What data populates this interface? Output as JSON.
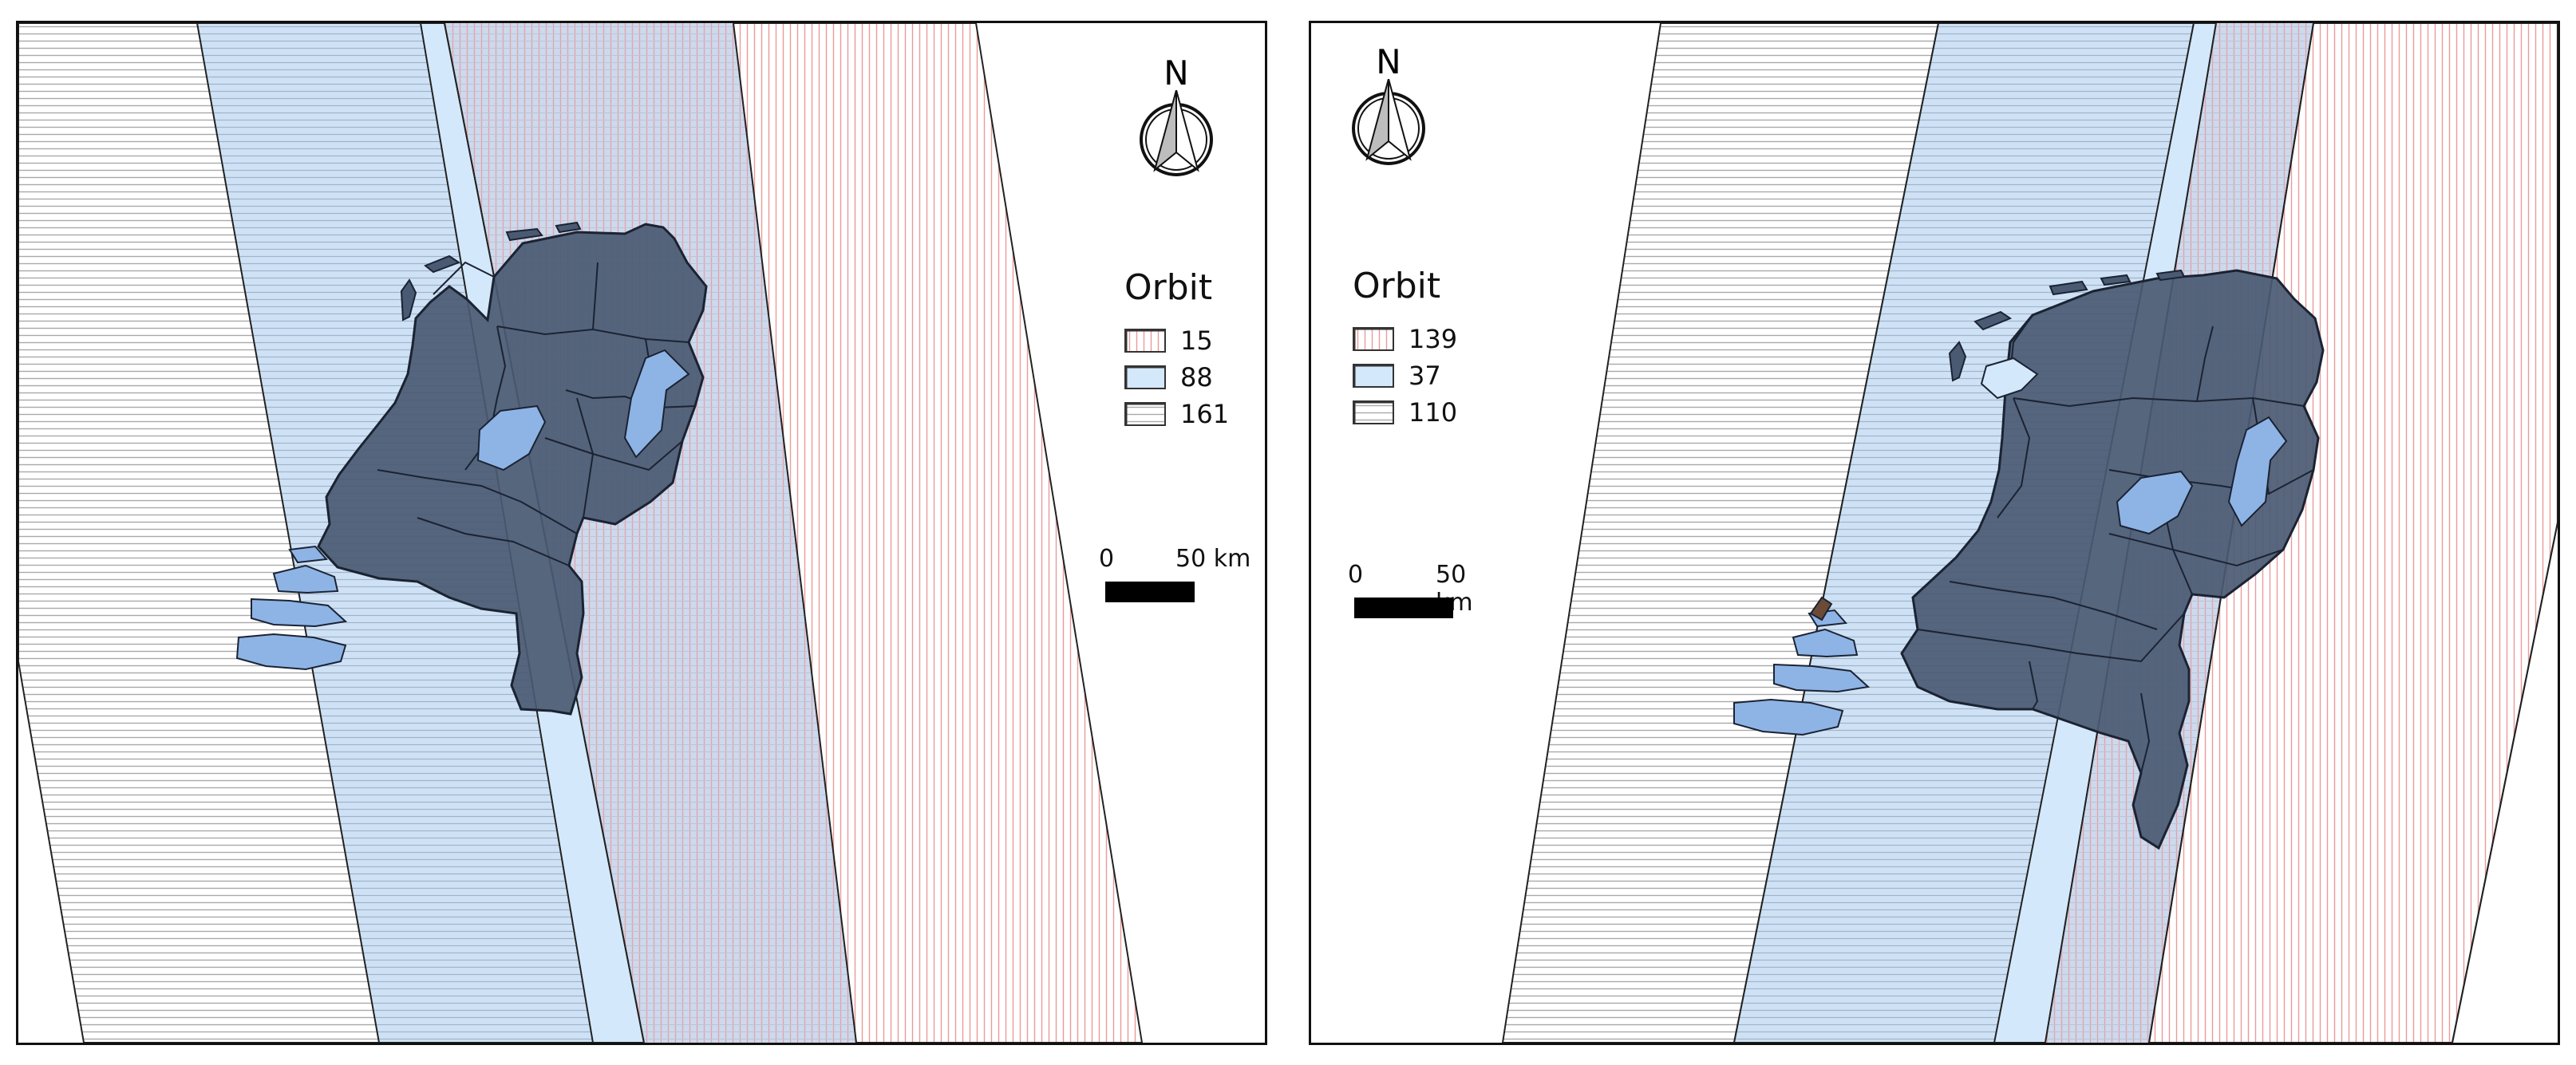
{
  "north_label": "N",
  "legend_title": "Orbit",
  "scale": {
    "zero": "0",
    "distance": "50 km"
  },
  "colors": {
    "red_hatch": "#e88a8a",
    "blue_fill": "#d4e8fb",
    "grey_hatch": "#a9a9a9",
    "land": "#4a5a72",
    "water_regions": "#8eb4e6"
  },
  "panels": [
    {
      "orbits": [
        {
          "label": "15",
          "pattern": "red-vertical"
        },
        {
          "label": "88",
          "pattern": "blue"
        },
        {
          "label": "161",
          "pattern": "grey-horizontal"
        }
      ]
    },
    {
      "orbits": [
        {
          "label": "139",
          "pattern": "red-vertical"
        },
        {
          "label": "37",
          "pattern": "blue"
        },
        {
          "label": "110",
          "pattern": "grey-horizontal"
        }
      ]
    }
  ]
}
